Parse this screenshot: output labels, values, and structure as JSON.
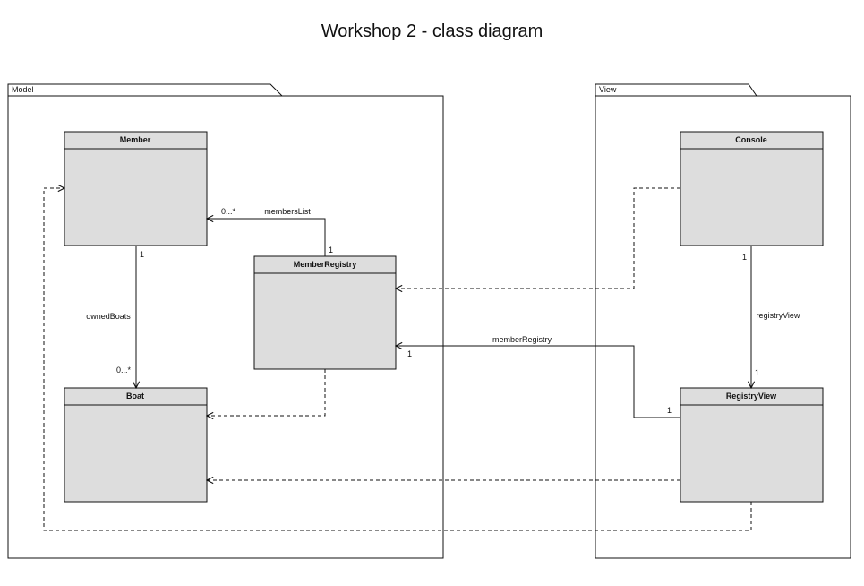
{
  "title": "Workshop 2 - class diagram",
  "packages": {
    "model": "Model",
    "view": "View"
  },
  "classes": {
    "member": "Member",
    "boat": "Boat",
    "member_registry": "MemberRegistry",
    "console": "Console",
    "registry_view": "RegistryView"
  },
  "associations": {
    "members_list": {
      "name": "membersList",
      "source_mult": "1",
      "target_mult": "0...*"
    },
    "owned_boats": {
      "name": "ownedBoats",
      "source_mult": "1",
      "target_mult": "0...*"
    },
    "registry_view": {
      "name": "registryView",
      "source_mult": "1",
      "target_mult": "1"
    },
    "member_registry": {
      "name": "memberRegistry",
      "source_mult": "1",
      "target_mult": "1"
    }
  },
  "colors": {
    "class_fill": "#dddddd",
    "line": "#111111",
    "background": "#ffffff"
  }
}
